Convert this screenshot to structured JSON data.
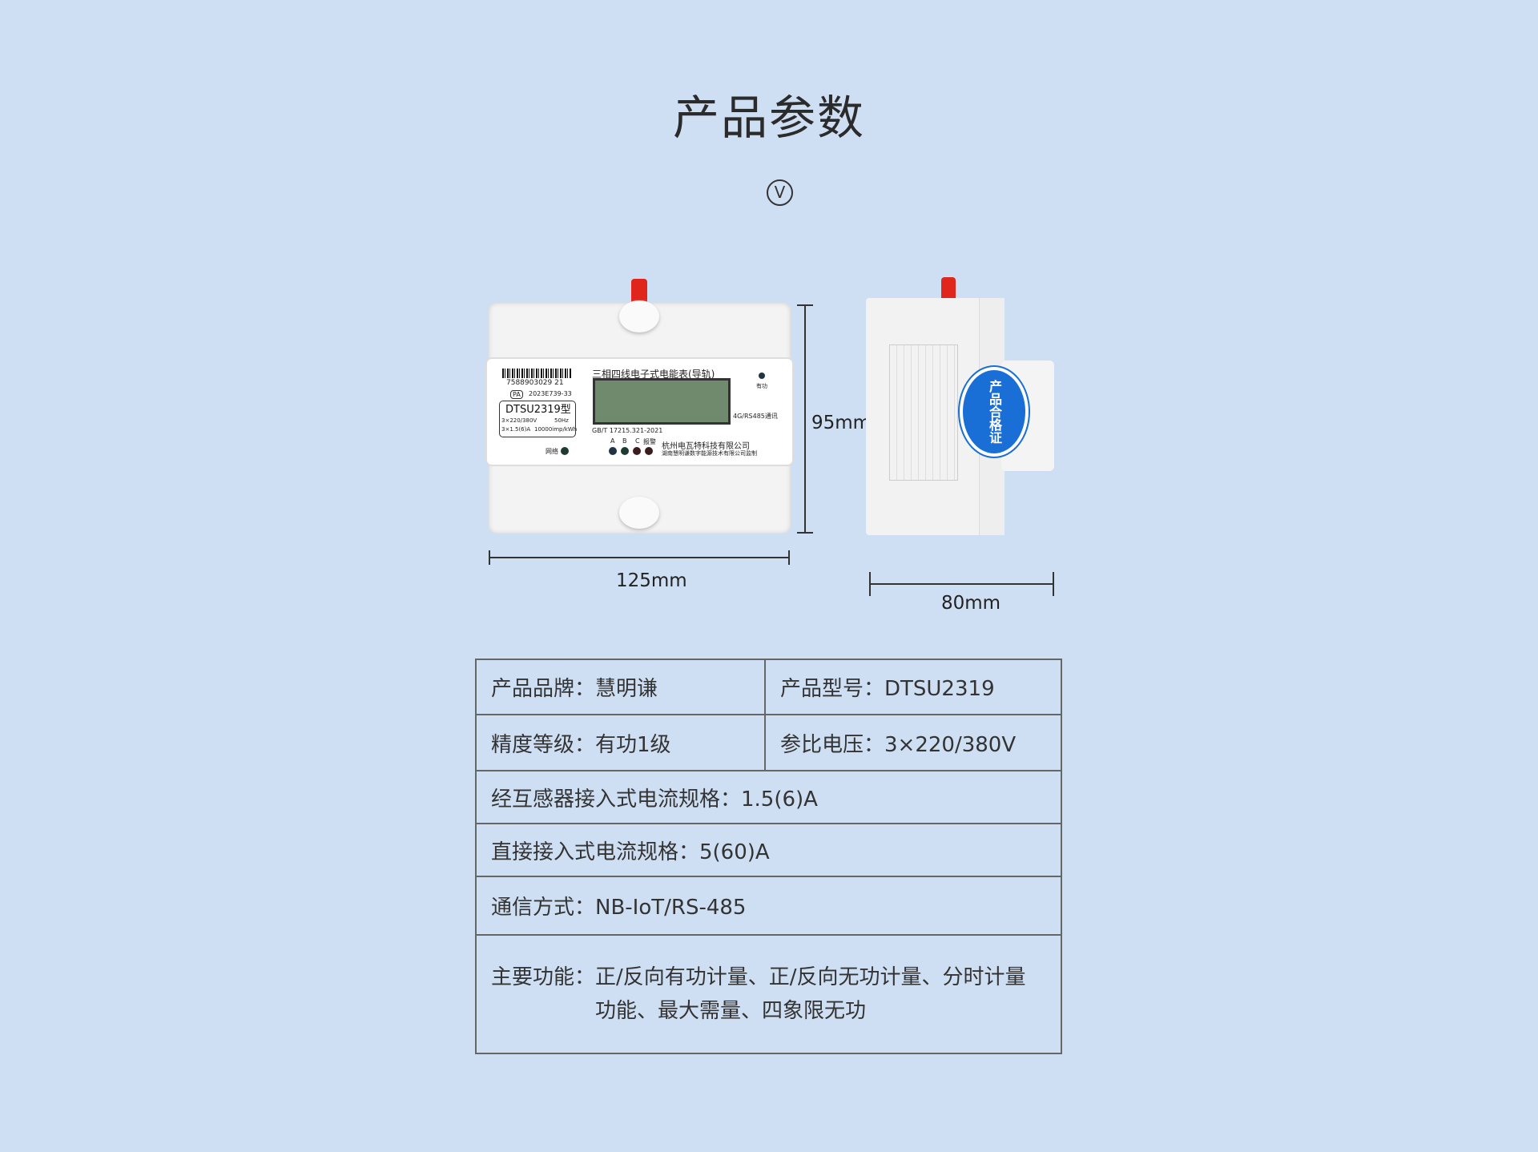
{
  "title": "产品参数",
  "scroll_icon": "V",
  "meter": {
    "barcode": "7588903029 21",
    "pa": "PA",
    "pa_no": "2023E739-33",
    "model": "DTSU2319型",
    "voltage": "3×220/380V",
    "freq": "50Hz",
    "current": "3×1.5(6)A",
    "constant": "10000imp/kWh",
    "name": "三相四线电子式电能表(导轨)",
    "standard": "GB/T 17215.321-2021",
    "active": "有功",
    "comm": "4G/RS485通讯",
    "network": "网络",
    "lights": [
      "A",
      "B",
      "C",
      "报警"
    ],
    "maker": "杭州电瓦特科技有限公司",
    "supervisor": "湖南慧明谦数字能源技术有限公司监制",
    "cert": "产品合格证"
  },
  "dimensions": {
    "height": "95mm",
    "width": "125mm",
    "depth": "80mm"
  },
  "table": {
    "brand": "产品品牌：慧明谦",
    "model": "产品型号：DTSU2319",
    "accuracy": "精度等级：有功1级",
    "voltage": "参比电压：3×220/380V",
    "ct_current": "经互感器接入式电流规格：1.5(6)A",
    "direct_current": "直接接入式电流规格：5(60)A",
    "comm": "通信方式：NB-IoT/RS-485",
    "func_label": "主要功能：",
    "func_line1": "正/反向有功计量、正/反向无功计量、分时计量",
    "func_line2": "功能、最大需量、四象限无功"
  }
}
